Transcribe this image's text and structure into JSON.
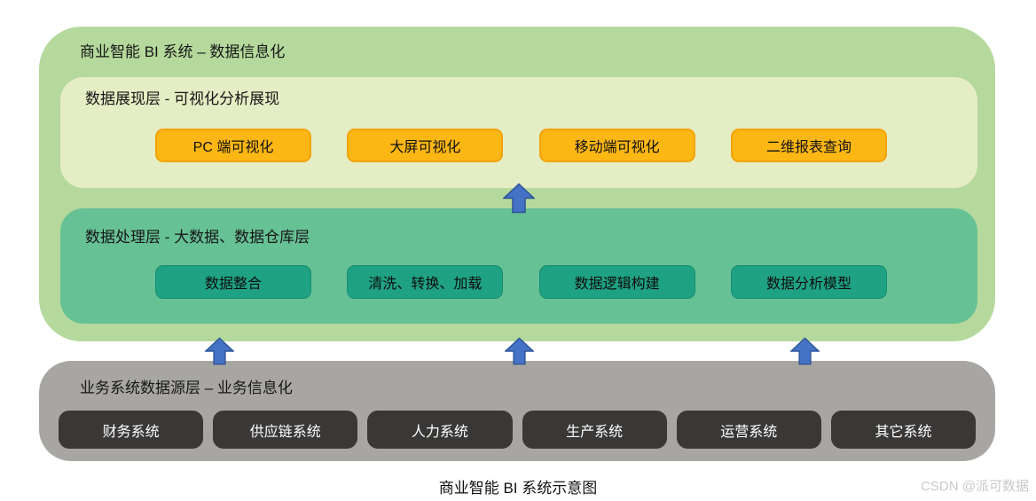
{
  "diagram": {
    "outer_title": "商业智能 BI 系统 – 数据信息化",
    "presentation_layer": {
      "title": "数据展现层 - 可视化分析展现",
      "items": [
        "PC 端可视化",
        "大屏可视化",
        "移动端可视化",
        "二维报表查询"
      ]
    },
    "processing_layer": {
      "title": "数据处理层 - 大数据、数据仓库层",
      "items": [
        "数据整合",
        "清洗、转换、加载",
        "数据逻辑构建",
        "数据分析模型"
      ]
    },
    "source_layer": {
      "title": "业务系统数据源层 – 业务信息化",
      "items": [
        "财务系统",
        "供应链系统",
        "人力系统",
        "生产系统",
        "运营系统",
        "其它系统"
      ]
    },
    "caption": "商业智能 BI 系统示意图",
    "watermark": "CSDN @派可数据",
    "colors": {
      "outer_bg": "#b5d99c",
      "presentation_bg": "#e5edc4",
      "presentation_item_bg": "#fdb714",
      "presentation_item_border": "#f2a40c",
      "processing_bg": "#66c194",
      "processing_item_bg": "#1fa283",
      "processing_item_border": "#178e71",
      "source_bg": "#a8a6a3",
      "source_item_bg": "#3a3837",
      "arrow_fill": "#4472c4",
      "arrow_stroke": "#2f5597"
    }
  }
}
